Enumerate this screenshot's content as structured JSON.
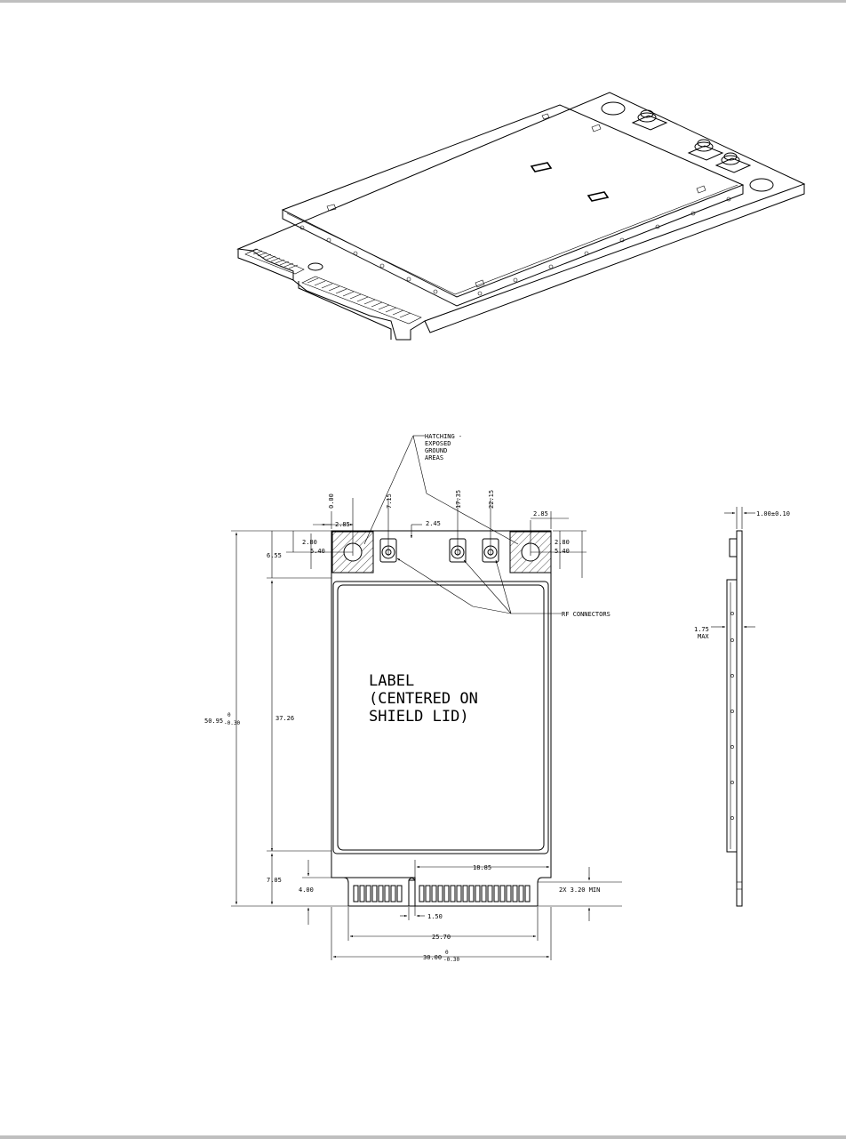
{
  "colors": {
    "ink": "#000000",
    "page_rule": "#bfbfbf",
    "background": "#ffffff"
  },
  "drawing": {
    "label_text": [
      "LABEL",
      "(CENTERED ON",
      "SHIELD LID)"
    ],
    "callouts": {
      "hatching": [
        "HATCHING -",
        "EXPOSED",
        "GROUND",
        "AREAS"
      ],
      "rf_connectors": "RF CONNECTORS"
    },
    "dims": {
      "pos_0": "0.00",
      "pos_7_15": "7.15",
      "pos_17_35": "17.35",
      "pos_22_15": "22.15",
      "left_2_85": "2.85",
      "right_2_85": "2.85",
      "gap_2_45": "2.45",
      "left_2_80": "2.80",
      "left_5_40": "5.40",
      "right_2_80": "2.80",
      "right_5_40": "5.40",
      "height_6_55": "6.55",
      "height_37_26": "37.26",
      "overall_height": "50.95",
      "overall_height_tol_upper": "0",
      "overall_height_tol_lower": "-0.30",
      "height_7_05": "7.05",
      "height_4_00": "4.00",
      "width_18_85": "18.85",
      "width_1_50": "1.50",
      "width_25_70": "25.70",
      "overall_width": "30.00",
      "overall_width_tol_upper": "0",
      "overall_width_tol_lower": "-0.30",
      "notch_note": "2X 3.20 MIN",
      "thickness": "1.00±0.10",
      "max_height": "1.75",
      "max_word": "MAX"
    }
  }
}
